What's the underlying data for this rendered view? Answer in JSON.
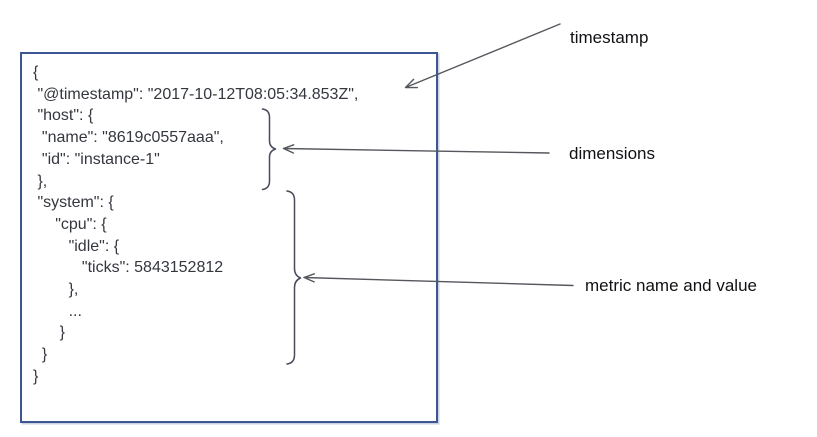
{
  "figure": {
    "description": "Diagram of a metric document JSON example with annotated parts",
    "code_block": {
      "text": "{\n \"@timestamp\": \"2017-10-12T08:05:34.853Z\",\n \"host\": {\n  \"name\": \"8619c0557aaa\",\n  \"id\": \"instance-1\"\n },\n \"system\": {\n     \"cpu\": {\n        \"idle\": {\n           \"ticks\": 5843152812\n        },\n        ...\n      }\n  }\n}"
    },
    "annotations": {
      "timestamp": {
        "label": "timestamp"
      },
      "dimensions": {
        "label": "dimensions"
      },
      "metric": {
        "label": "metric name and value"
      }
    },
    "colors": {
      "box_border": "#3b5690",
      "code_text": "#34373e",
      "label_text": "#101114",
      "arrow": "#54575c",
      "brace": "#474b5c"
    }
  }
}
